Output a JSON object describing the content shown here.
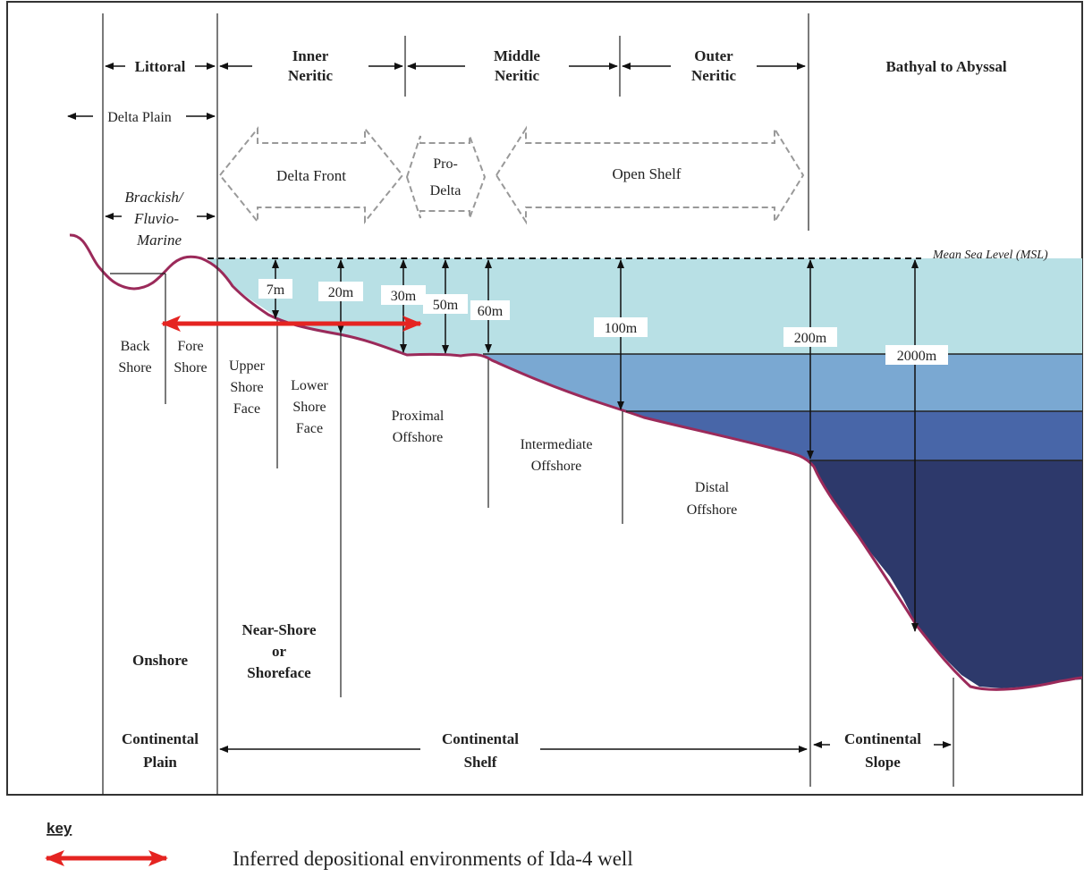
{
  "zones": {
    "littoral": "Littoral",
    "inner_neritic": [
      "Inner",
      "Neritic"
    ],
    "middle_neritic": [
      "Middle",
      "Neritic"
    ],
    "outer_neritic": [
      "Outer",
      "Neritic"
    ],
    "bathyal_abyssal": "Bathyal to Abyssal"
  },
  "facies": {
    "delta_plain": "Delta Plain",
    "delta_front": "Delta Front",
    "pro_delta": [
      "Pro-",
      "Delta"
    ],
    "open_shelf": "Open Shelf",
    "brackish": [
      "Brackish/",
      "Fluvio-",
      "Marine"
    ]
  },
  "msl_label": "Mean Sea Level (MSL)",
  "depths": [
    "7m",
    "20m",
    "30m",
    "50m",
    "60m",
    "100m",
    "200m",
    "2000m"
  ],
  "environments": {
    "back_shore": [
      "Back",
      "Shore"
    ],
    "fore_shore": [
      "Fore",
      "Shore"
    ],
    "upper_shore_face": [
      "Upper",
      "Shore",
      "Face"
    ],
    "lower_shore_face": [
      "Lower",
      "Shore",
      "Face"
    ],
    "proximal_offshore": [
      "Proximal",
      "Offshore"
    ],
    "intermediate_offshore": [
      "Intermediate",
      "Offshore"
    ],
    "distal_offshore": [
      "Distal",
      "Offshore"
    ],
    "onshore": "Onshore",
    "near_shore": [
      "Near-Shore",
      "or",
      "Shoreface"
    ]
  },
  "provinces": {
    "continental_plain": [
      "Continental",
      "Plain"
    ],
    "continental_shelf": [
      "Continental",
      "Shelf"
    ],
    "continental_slope": [
      "Continental",
      "Slope"
    ]
  },
  "key": {
    "title": "key",
    "label": "Inferred depositional environments of Ida-4 well"
  },
  "colors": {
    "water_shallow": "#b8e0e5",
    "water_mid": "#7aa8d2",
    "water_deep": "#4866a8",
    "water_abyss": "#2d396b",
    "seafloor": "#9b2a5a",
    "ida_arrow": "#e52421"
  }
}
